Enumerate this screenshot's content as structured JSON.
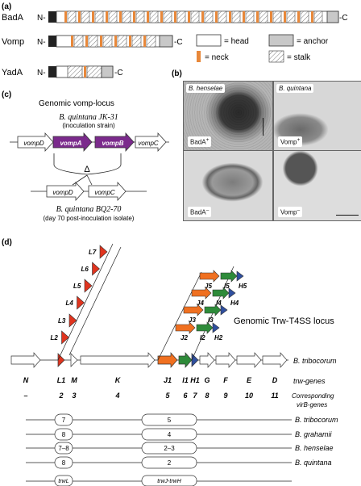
{
  "panels": {
    "a": "(a)",
    "b": "(b)",
    "c": "(c)",
    "d": "(d)"
  },
  "panel_a": {
    "proteins": [
      {
        "name": "BadA",
        "n_label": "N-",
        "c_label": "-C"
      },
      {
        "name": "Vomp",
        "n_label": "N-",
        "c_label": "-C"
      },
      {
        "name": "YadA",
        "n_label": "N-",
        "c_label": "-C"
      }
    ],
    "legend": {
      "head": "= head",
      "anchor": "= anchor",
      "neck": "= neck",
      "stalk": "= stalk"
    },
    "colors": {
      "head": "#ffffff",
      "anchor": "#c8c8c8",
      "neck": "#e8883a",
      "signal": "#222222"
    }
  },
  "panel_b": {
    "images": [
      {
        "title": "B. henselae",
        "label": "BadA",
        "sup": "+"
      },
      {
        "title": "B. quintana",
        "label": "Vomp",
        "sup": "+"
      },
      {
        "title": "",
        "label": "BadA",
        "sup": "–"
      },
      {
        "title": "",
        "label": "Vomp",
        "sup": "–"
      }
    ]
  },
  "panel_c": {
    "title": "Genomic vomp-locus",
    "strain1": "B. quintana JK-31",
    "strain1_note": "(inoculation strain)",
    "genes_top": [
      "vompD",
      "vompA",
      "vompB",
      "vompC"
    ],
    "delta": "Δ",
    "genes_bottom": [
      "vompD",
      "vompC"
    ],
    "strain2": "B. quintana BQ2-70",
    "strain2_note": "(day 70 post-inoculation isolate)",
    "colors": {
      "vomp_highlight": "#7b2a8c"
    }
  },
  "panel_d": {
    "locus_title": "Genomic Trw-T4SS locus",
    "species_main": "B. tribocorum",
    "stack_left": [
      "L7",
      "L6",
      "L5",
      "L4",
      "L3",
      "L2"
    ],
    "stack_right": [
      {
        "row": 5,
        "labels": [
          "J5",
          "I5",
          "H5"
        ]
      },
      {
        "row": 4,
        "labels": [
          "J4",
          "I4",
          "H4"
        ]
      },
      {
        "row": 3,
        "labels": [
          "J3",
          "I3",
          ""
        ]
      },
      {
        "row": 2,
        "labels": [
          "J2",
          "I2",
          "H2"
        ]
      }
    ],
    "trw_genes": [
      "N",
      "L1",
      "M",
      "K",
      "J1",
      "I1",
      "H1",
      "G",
      "F",
      "E",
      "D"
    ],
    "trw_label": "trw-genes",
    "virb_genes": [
      "–",
      "2",
      "3",
      "4",
      "5",
      "6",
      "7",
      "8",
      "9",
      "10",
      "11"
    ],
    "virb_label": "Corresponding virB-genes",
    "copy_rows": [
      {
        "species": "B. tribocorum",
        "left": "7",
        "right": "5"
      },
      {
        "species": "B. grahamii",
        "left": "8",
        "right": "4"
      },
      {
        "species": "B. henselae",
        "left": "7–8",
        "right": "2–3"
      },
      {
        "species": "B. quintana",
        "left": "8",
        "right": "2"
      }
    ],
    "bottom_left": "trwL",
    "bottom_right": "trwJ-trwH",
    "colors": {
      "red": "#e0341e",
      "orange": "#f07020",
      "green": "#2e8b3a",
      "blue": "#2f4f9f"
    }
  }
}
